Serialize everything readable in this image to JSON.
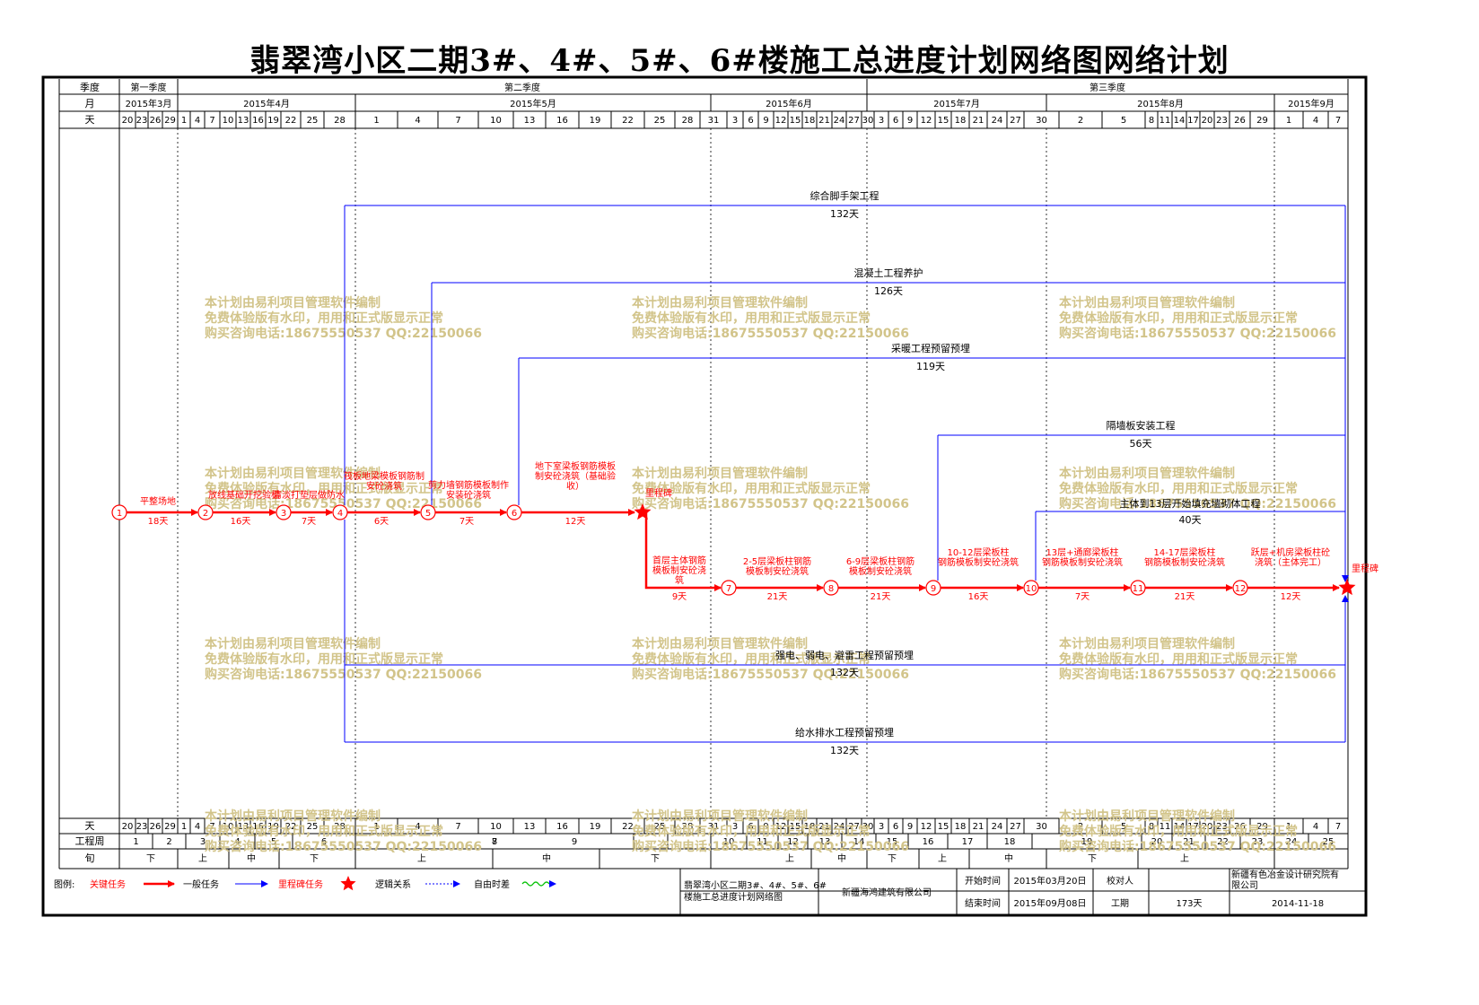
{
  "title": "翡翠湾小区二期3#、4#、5#、6#楼施工总进度计划网络图网络计划",
  "colors": {
    "critical": "#ff0000",
    "normal": "#0000ff",
    "watermark": "#d2c48a",
    "grid": "#000000"
  },
  "header": {
    "row_labels": [
      "季度",
      "月",
      "天"
    ],
    "quarters": [
      "第一季度",
      "第二季度",
      "第三季度"
    ],
    "months": [
      "2015年3月",
      "2015年4月",
      "2015年5月",
      "2015年6月",
      "2015年7月",
      "2015年8月",
      "2015年9月"
    ],
    "days": [
      "20",
      "23",
      "26",
      "29",
      "1",
      "4",
      "7",
      "10",
      "13",
      "16",
      "19",
      "22",
      "25",
      "28",
      "1",
      "4",
      "7",
      "10",
      "13",
      "16",
      "19",
      "22",
      "25",
      "28",
      "31",
      "3",
      "6",
      "9",
      "12",
      "15",
      "18",
      "21",
      "24",
      "27",
      "30",
      "3",
      "6",
      "9",
      "12",
      "15",
      "18",
      "21",
      "24",
      "27",
      "30",
      "2",
      "5",
      "8",
      "11",
      "14",
      "17",
      "20",
      "23",
      "26",
      "29",
      "1",
      "4",
      "7"
    ]
  },
  "footer": {
    "row_labels": [
      "天",
      "工程周",
      "旬"
    ],
    "weeks": [
      "1",
      "2",
      "3",
      "4",
      "5",
      "6",
      "7",
      "8",
      "9",
      "10",
      "11",
      "12",
      "13",
      "14",
      "15",
      "16",
      "17",
      "18",
      "19",
      "20",
      "21",
      "22",
      "23",
      "24",
      "25"
    ],
    "xun": [
      "下",
      "上",
      "中",
      "下",
      "上",
      "中",
      "下",
      "上",
      "中",
      "下",
      "上",
      "中",
      "下",
      "上"
    ]
  },
  "long_tasks": [
    {
      "name": "综合脚手架工程",
      "duration": "132天"
    },
    {
      "name": "混凝土工程养护",
      "duration": "126天"
    },
    {
      "name": "采暖工程预留预埋",
      "duration": "119天"
    },
    {
      "name": "隔墙板安装工程",
      "duration": "56天"
    },
    {
      "name": "主体到13层开始填充墙砌体工程",
      "duration": "40天"
    },
    {
      "name": "强电、弱电、避雷工程预留预埋",
      "duration": "132天"
    },
    {
      "name": "给水排水工程预留预埋",
      "duration": "132天"
    }
  ],
  "critical_tasks": [
    {
      "name": "平整场地",
      "duration": "18天"
    },
    {
      "name": "放线基础开挖验槽",
      "duration": "16天"
    },
    {
      "name": "清淡打垫层做防水",
      "duration": "7天"
    },
    {
      "name": "筏板地梁模板钢筋制安砼浇筑",
      "duration": "6天"
    },
    {
      "name": "剪力墙钢筋模板制作安装砼浇筑",
      "duration": "7天"
    },
    {
      "name": "地下室梁板钢筋模板制安砼浇筑（基础验收）",
      "duration": "12天"
    },
    {
      "name": "首层主体钢筋模板制安砼浇筑",
      "duration": "9天"
    },
    {
      "name": "2-5层梁板柱钢筋模板制安砼浇筑",
      "duration": "21天"
    },
    {
      "name": "6-9层梁板柱钢筋模板制安砼浇筑",
      "duration": "21天"
    },
    {
      "name": "10-12层梁板柱钢筋模板制安砼浇筑",
      "duration": "16天"
    },
    {
      "name": "13层+通廊梁板柱钢筋模板制安砼浇筑",
      "duration": "7天"
    },
    {
      "name": "14-17层梁板柱钢筋模板制安砼浇筑",
      "duration": "21天"
    },
    {
      "name": "跃层+机房梁板柱砼浇筑（主体完工）",
      "duration": "12天"
    }
  ],
  "nodes": [
    "1",
    "2",
    "3",
    "4",
    "5",
    "6",
    "7",
    "8",
    "9",
    "10",
    "11",
    "12"
  ],
  "milestones": [
    "里程碑",
    "里程碑"
  ],
  "watermark": [
    "本计划由易利项目管理软件编制",
    "免费体验版有水印，用用和正式版显示正常",
    "购买咨询电话:18675550537 QQ:22150066"
  ],
  "legend": {
    "label": "图例:",
    "items": [
      "关键任务",
      "一般任务",
      "里程碑任务",
      "逻辑关系",
      "自由时差"
    ]
  },
  "info": {
    "project": "翡翠湾小区二期3#、4#、5#、6#楼施工总进度计划网络图",
    "company": "新疆海鸿建筑有限公司",
    "start_label": "开始时间",
    "start": "2015年03月20日",
    "end_label": "结束时间",
    "end": "2015年09月08日",
    "checker_label": "校对人",
    "checker": "",
    "period_label": "工期",
    "period": "173天",
    "institute": "新疆有色冶金设计研究院有限公司",
    "date": "2014-11-18"
  }
}
